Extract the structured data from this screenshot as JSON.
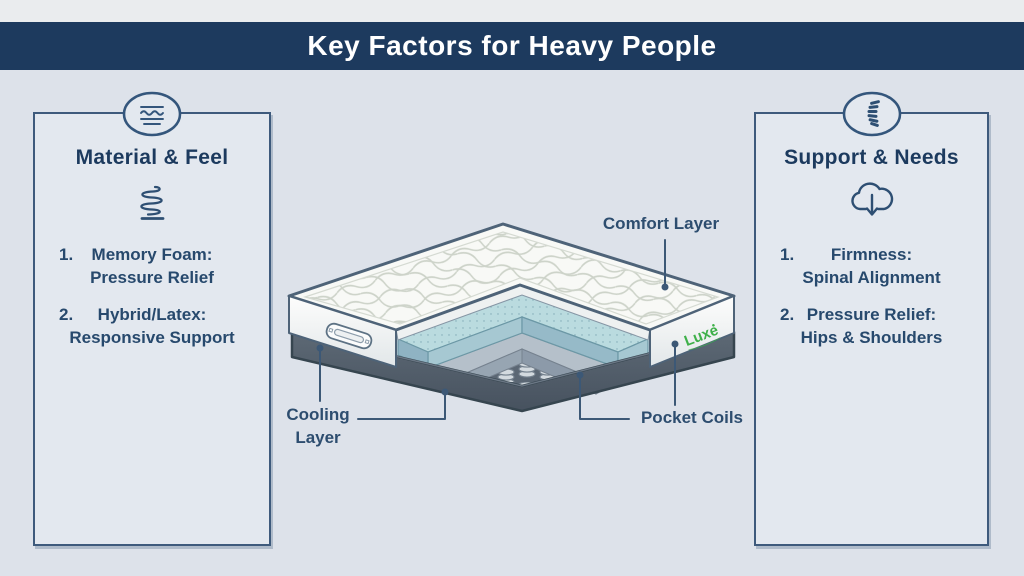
{
  "header": {
    "title": "Key Factors for Heavy People",
    "background_color": "#1d3a5e",
    "text_color": "#ffffff"
  },
  "left_panel": {
    "badge_icon": "mattress-layers-icon",
    "heading": "Material & Feel",
    "section_icon": "coil-spring-icon",
    "items": [
      {
        "num": "1.",
        "title": "Memory Foam:",
        "subtitle": "Pressure Relief"
      },
      {
        "num": "2.",
        "title": "Hybrid/Latex:",
        "subtitle": "Responsive Support"
      }
    ]
  },
  "right_panel": {
    "badge_icon": "spine-icon",
    "heading": "Support & Needs",
    "section_icon": "cloud-pressure-icon",
    "items": [
      {
        "num": "1.",
        "title": "Firmness:",
        "subtitle": "Spinal Alignment"
      },
      {
        "num": "2.",
        "title": "Pressure Relief:",
        "subtitle": "Hips & Shoulders"
      }
    ]
  },
  "diagram": {
    "brand": "Luxe",
    "labels": {
      "comfort": "Comfort Layer",
      "cooling_line1": "Cooling",
      "cooling_line2": "Layer",
      "pocket": "Pocket Coils"
    },
    "colors": {
      "quilt_top": "#f8f9f6",
      "cooling_layer_teal": "#badbdf",
      "base_gray": "#4f5b68",
      "brand_green": "#3eb049",
      "outline_navy": "#4e6378",
      "connector": "#3c5876"
    }
  }
}
